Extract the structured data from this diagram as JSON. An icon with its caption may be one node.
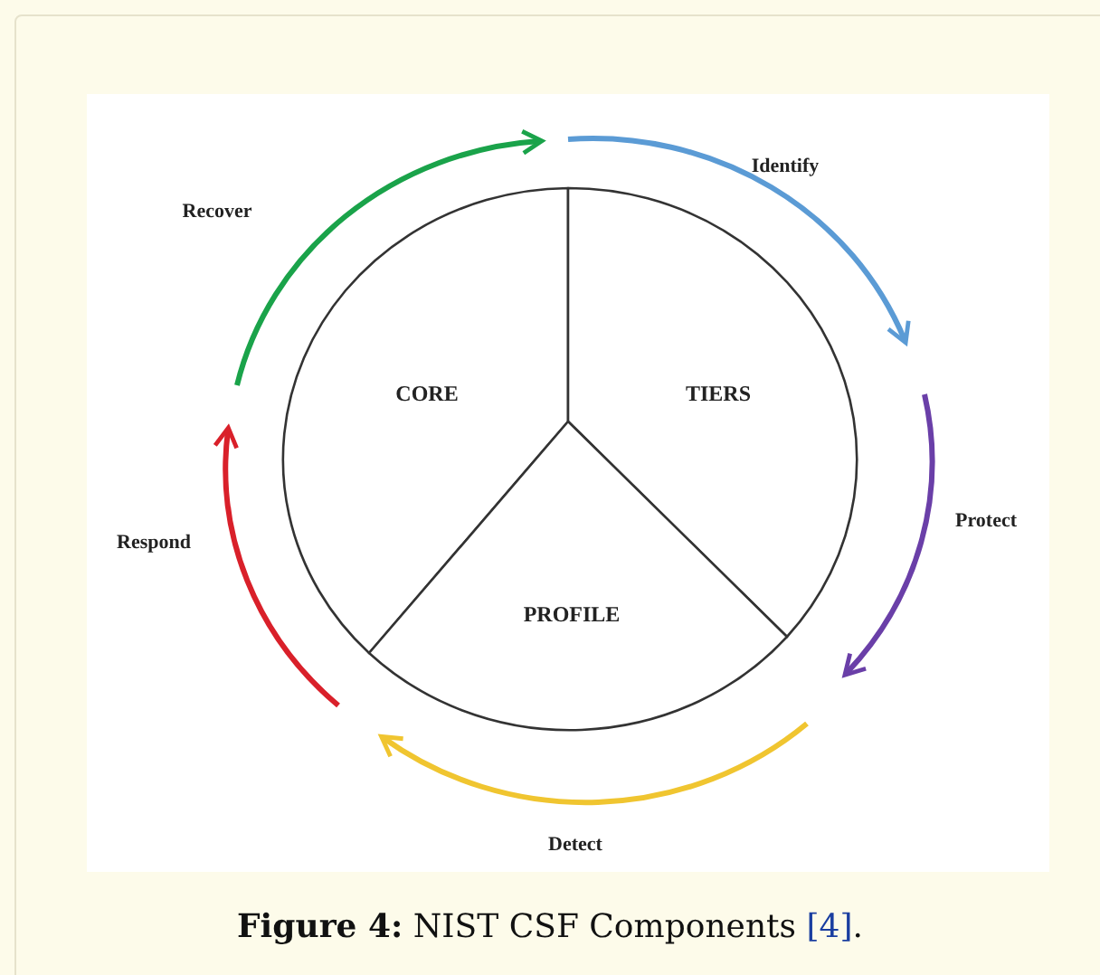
{
  "diagram": {
    "caption": "**Figure 4:** NIST CSF Components [4].",
    "nodes": [
      {
        "text": [
          "CORE"
        ]
      },
      {
        "text": [
          "TIERS"
        ]
      },
      {
        "text": [
          "PROFILE"
        ]
      }
    ],
    "labels": [
      "Recover",
      "Identify",
      "Protect",
      "Respond",
      "Detect"
    ]
  }
}
